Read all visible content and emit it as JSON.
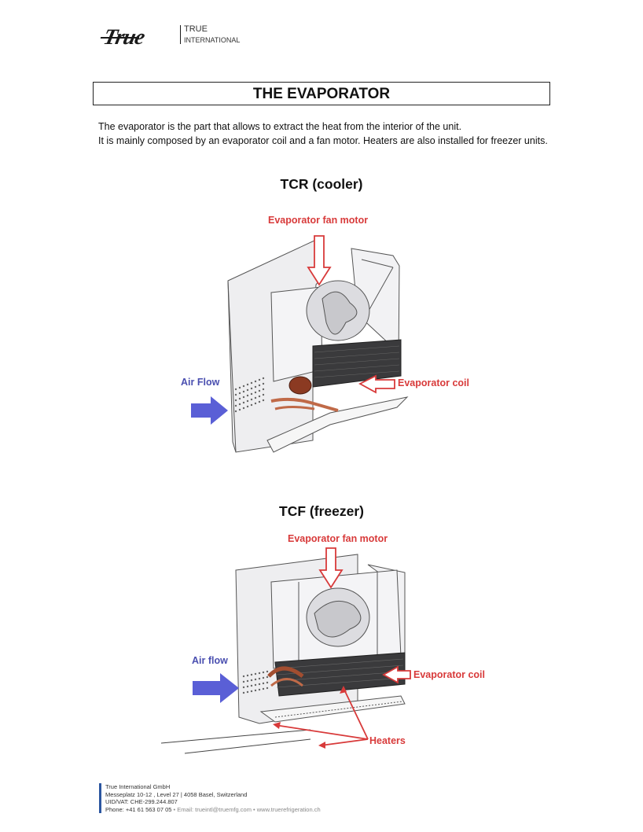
{
  "header": {
    "logo_script": "True",
    "logo_line1": "TRUE",
    "logo_line2": "INTERNATIONAL"
  },
  "title": "THE EVAPORATOR",
  "intro": {
    "line1": "The evaporator is the part that allows to extract the heat from the interior of the unit.",
    "line2": "It is mainly composed by an evaporator coil and a fan motor. Heaters are also installed for freezer units."
  },
  "section_cooler": {
    "heading": "TCR (cooler)",
    "label_fan": "Evaporator fan motor",
    "label_airflow": "Air Flow",
    "label_coil": "Evaporator coil"
  },
  "section_freezer": {
    "heading": "TCF (freezer)",
    "label_fan": "Evaporator fan motor",
    "label_airflow": "Air flow",
    "label_coil": "Evaporator coil",
    "label_heaters": "Heaters"
  },
  "footer": {
    "company": "True International GmbH",
    "address": "Messeplatz 10-12 , Level 27 | 4058 Basel, Switzerland",
    "vat": "UID/VAT: CHE-299.244.807",
    "phone": "Phone: +41 61 563 07 05",
    "contact": " • Email: trueintl@truemfg.com • www.truerefrigeration.ch"
  },
  "colors": {
    "annotation_red": "#d83a3a",
    "airflow_blue": "#5a5fd6",
    "footer_bar": "#2c56a0"
  }
}
